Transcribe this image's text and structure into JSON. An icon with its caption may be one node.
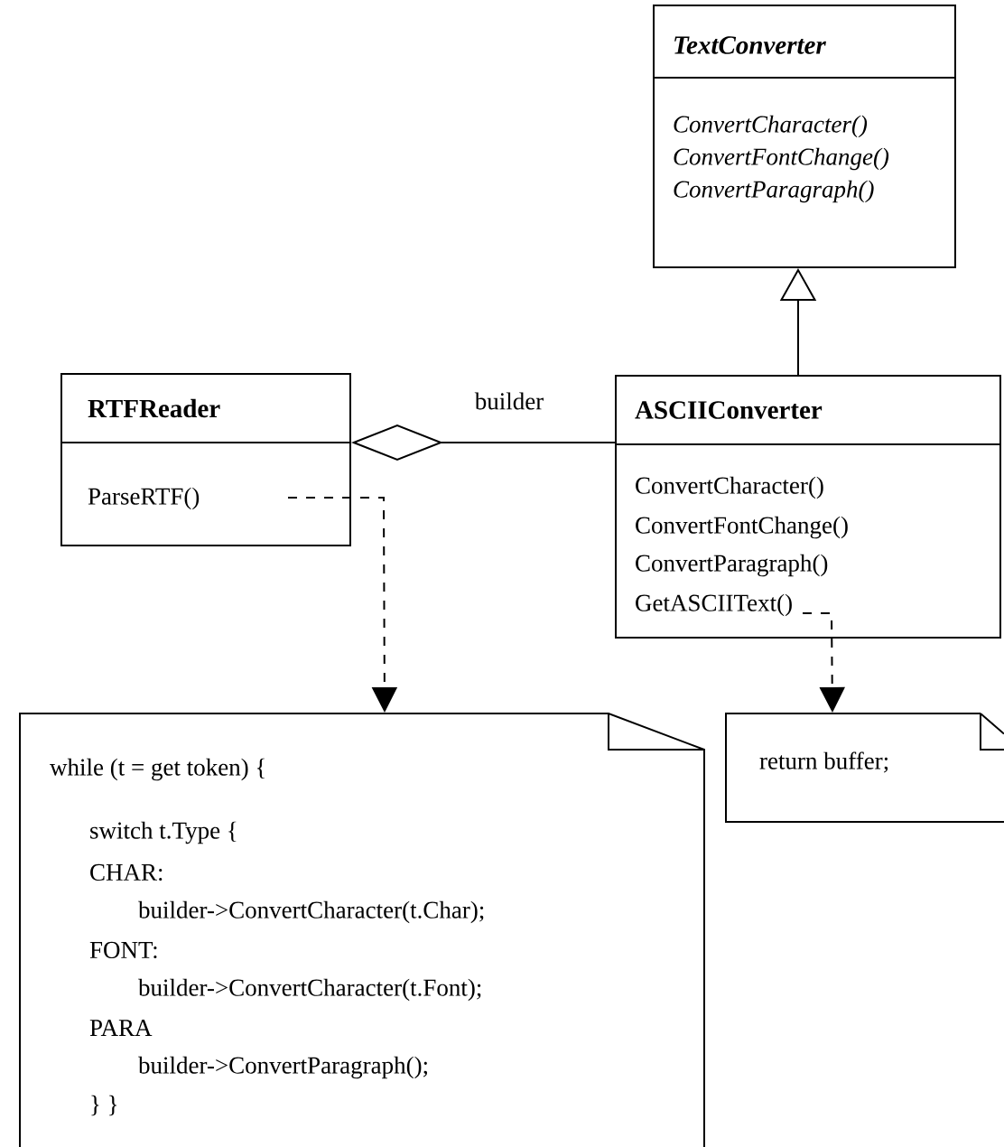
{
  "diagram": {
    "nodes": [
      {
        "text": [
          "TextConverter",
          "ConvertCharacter()",
          "ConvertFontChange()",
          "ConvertParagraph()"
        ]
      },
      {
        "text": [
          "RTFReader",
          "ParseRTF()"
        ]
      },
      {
        "text": [
          "ASCIIConverter",
          "ConvertCharacter()",
          "ConvertFontChange()",
          "ConvertParagraph()",
          "GetASCIIText()"
        ]
      },
      {
        "text": [
          "while (t = get token) {",
          "switch t.Type {",
          "CHAR:",
          "builder->ConvertCharacter(t.Char);",
          "FONT:",
          "builder->ConvertCharacter(t.Font);",
          "PARA",
          "builder->ConvertParagraph();",
          "} }"
        ]
      },
      {
        "text": [
          "return buffer;"
        ]
      }
    ],
    "edges": [
      {
        "from": 2,
        "to": 0,
        "arrow": "to"
      },
      {
        "from": 1,
        "to": 2,
        "arrow": "other",
        "label": "builder"
      },
      {
        "from": 1,
        "to": 3,
        "arrow": "to",
        "style": "dashed"
      },
      {
        "from": 2,
        "to": 4,
        "arrow": "to",
        "style": "dashed"
      }
    ]
  }
}
